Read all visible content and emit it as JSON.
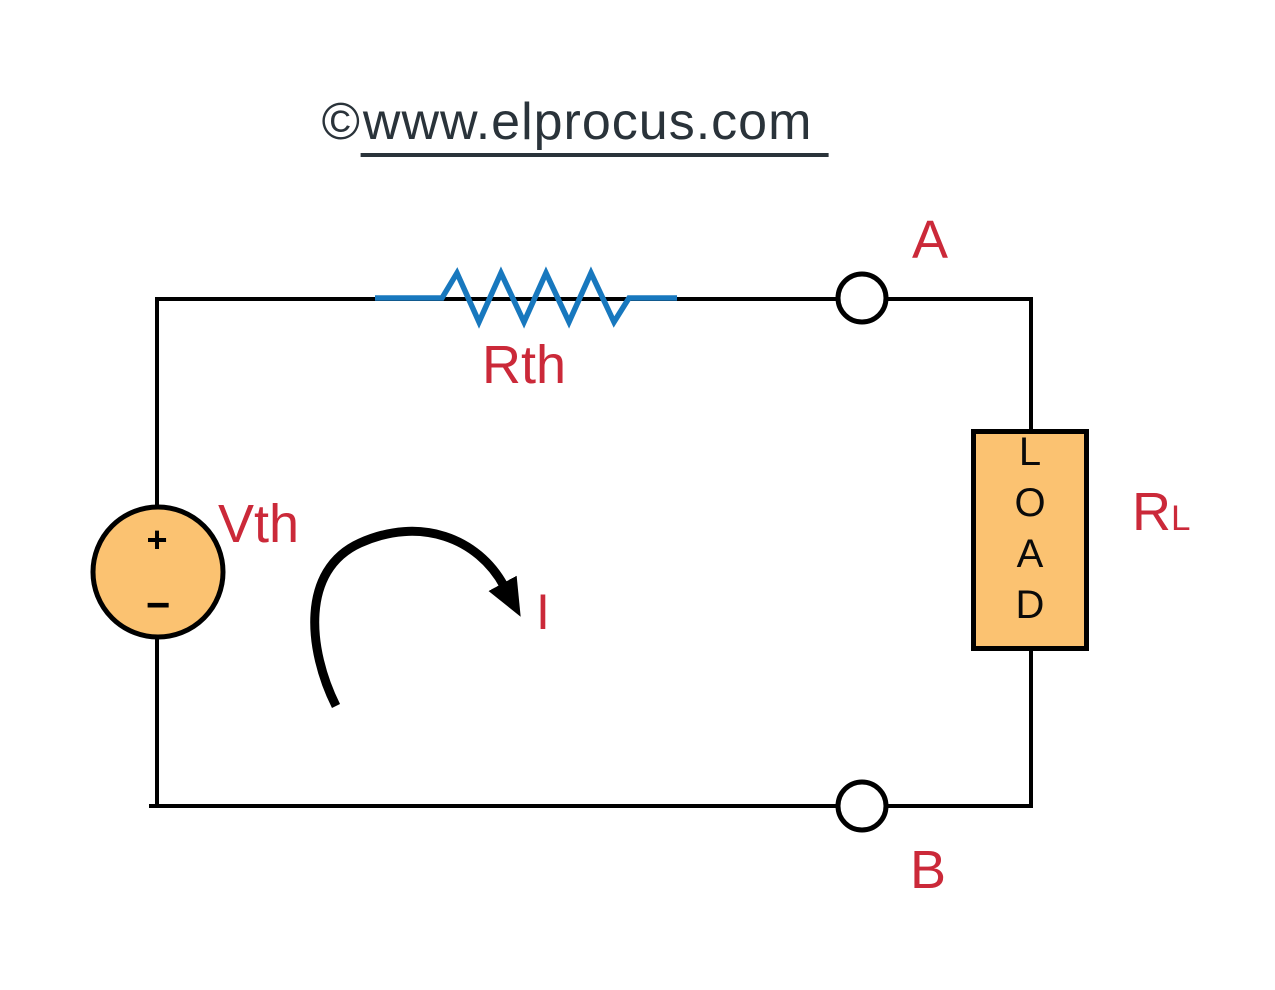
{
  "watermark": {
    "copyright": "©",
    "url": "www.elprocus.com"
  },
  "labels": {
    "thevenin_resistance": "Rth",
    "thevenin_voltage": "Vth",
    "terminal_a": "A",
    "terminal_b": "B",
    "current": "I",
    "load_resistance_main": "R",
    "load_resistance_sub": "L",
    "source_plus": "+",
    "source_minus": "−"
  },
  "load": {
    "letters": [
      "L",
      "O",
      "A",
      "D"
    ]
  },
  "colors": {
    "wire_black": "#000000",
    "resistor_blue": "#1878be",
    "label_red": "#cb2939",
    "component_orange": "#fbc271",
    "watermark_dark": "#2a333a",
    "background": "#ffffff"
  }
}
